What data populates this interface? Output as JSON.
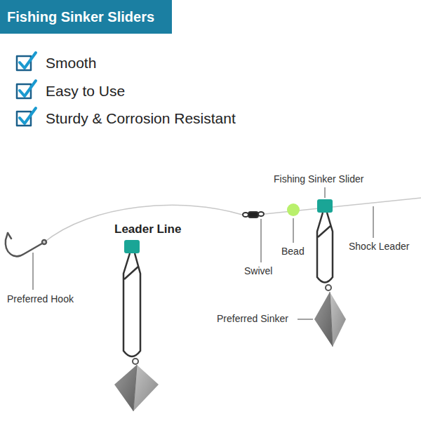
{
  "diagram": {
    "title": "Fishing Sinker Sliders",
    "labels": [
      "Smooth",
      "Easy to Use",
      "Sturdy & Corrosion Resistant",
      "Leader Line",
      "Fishing Sinker Slider",
      "Bead",
      "Shock Leader",
      "Swivel",
      "Preferred Hook",
      "Preferred Sinker"
    ]
  }
}
